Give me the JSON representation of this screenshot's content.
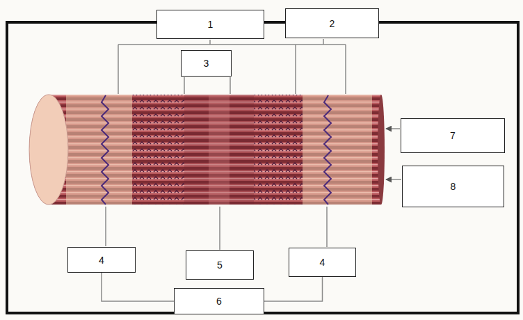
{
  "diagram": {
    "nodes": [
      {
        "text": [
          "1"
        ]
      },
      {
        "text": [
          "2"
        ]
      },
      {
        "text": [
          "3"
        ]
      },
      {
        "text": [
          "7"
        ]
      },
      {
        "text": [
          "8"
        ]
      },
      {
        "text": [
          "4"
        ]
      },
      {
        "text": [
          "5"
        ]
      },
      {
        "text": [
          "4"
        ]
      },
      {
        "text": [
          "6"
        ]
      }
    ],
    "edges": [
      {
        "from": 5,
        "to": 8,
        "arrow": "none"
      },
      {
        "from": 7,
        "to": 8,
        "arrow": "none"
      }
    ]
  }
}
